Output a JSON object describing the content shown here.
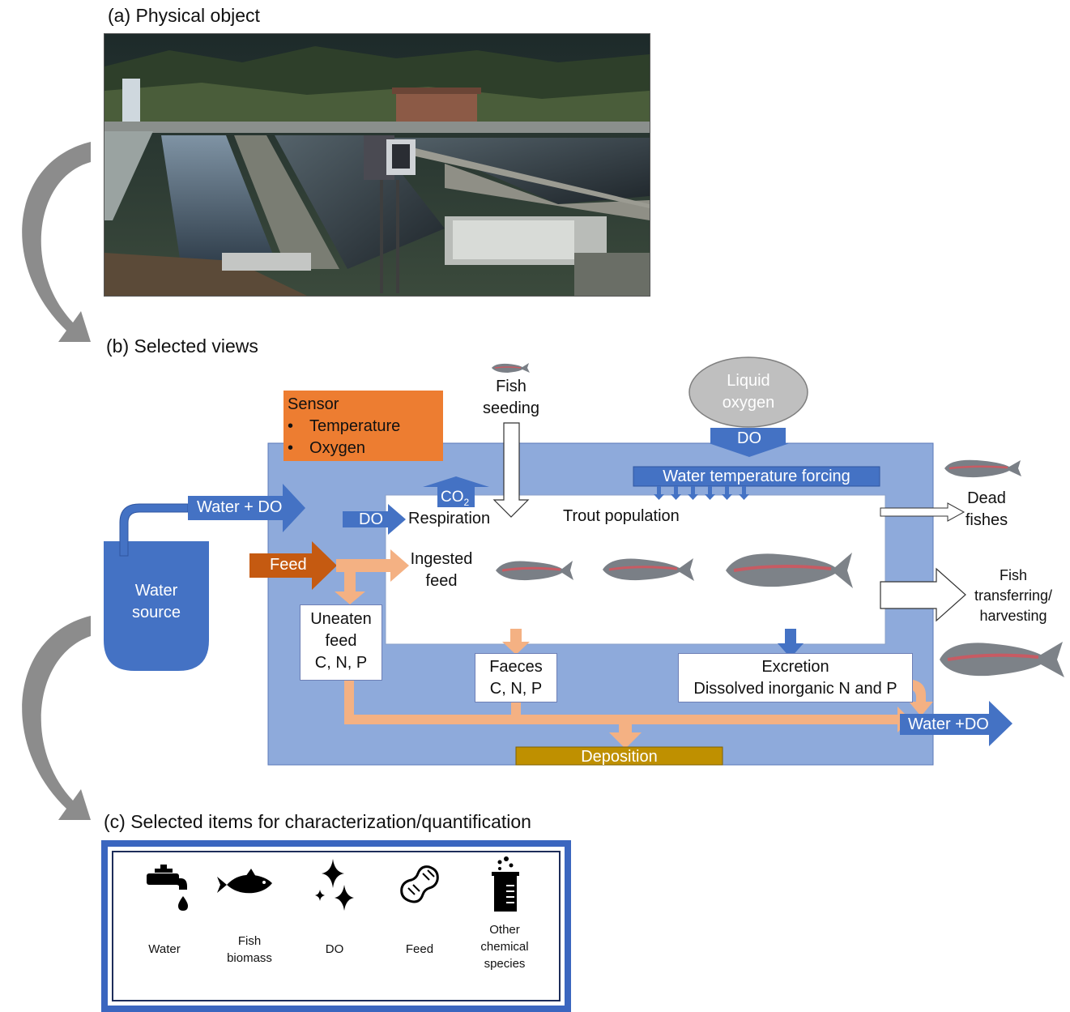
{
  "sections": {
    "a_title": "(a) Physical object",
    "b_title": "(b) Selected views",
    "c_title": "(c) Selected items for characterization/quantification"
  },
  "diagram": {
    "sensor": {
      "title": "Sensor",
      "items": [
        "Temperature",
        "Oxygen"
      ]
    },
    "water_source": [
      "Water",
      "source"
    ],
    "water_do_in": "Water + DO",
    "feed": "Feed",
    "do_inlet": "DO",
    "respiration": "Respiration",
    "co2": "CO",
    "co2_sub": "2",
    "fish_seeding": [
      "Fish",
      "seeding"
    ],
    "liquid_oxygen": [
      "Liquid",
      "oxygen"
    ],
    "do_top": "DO",
    "water_temp_forcing": "Water temperature forcing",
    "trout_population": "Trout population",
    "ingested_feed": [
      "Ingested",
      "feed"
    ],
    "uneaten_feed": [
      "Uneaten",
      "feed",
      "C, N, P"
    ],
    "faeces": [
      "Faeces",
      "C, N, P"
    ],
    "excretion": [
      "Excretion",
      "Dissolved inorganic N and P"
    ],
    "deposition": "Deposition",
    "dead_fishes": [
      "Dead",
      "fishes"
    ],
    "fish_transfer": [
      "Fish",
      "transferring/",
      "harvesting"
    ],
    "water_do_out": "Water +DO"
  },
  "legend": {
    "items": [
      {
        "icon": "water-tap-icon",
        "label": [
          "Water"
        ]
      },
      {
        "icon": "fish-icon",
        "label": [
          "Fish",
          "biomass"
        ]
      },
      {
        "icon": "sparkle-icon",
        "label": [
          "DO"
        ]
      },
      {
        "icon": "peanut-icon",
        "label": [
          "Feed"
        ]
      },
      {
        "icon": "beaker-icon",
        "label": [
          "Other",
          "chemical",
          "species"
        ]
      }
    ]
  },
  "colors": {
    "system_fill": "#8eaadb",
    "blue_arrow": "#4472c4",
    "sensor_fill": "#ed7d31",
    "feed_arrow": "#c55a11",
    "salmon_flow": "#f4b183",
    "deposition_fill": "#bf9000",
    "oxygen_fill": "#bfbfbf",
    "legend_border": "#3b66bf"
  }
}
